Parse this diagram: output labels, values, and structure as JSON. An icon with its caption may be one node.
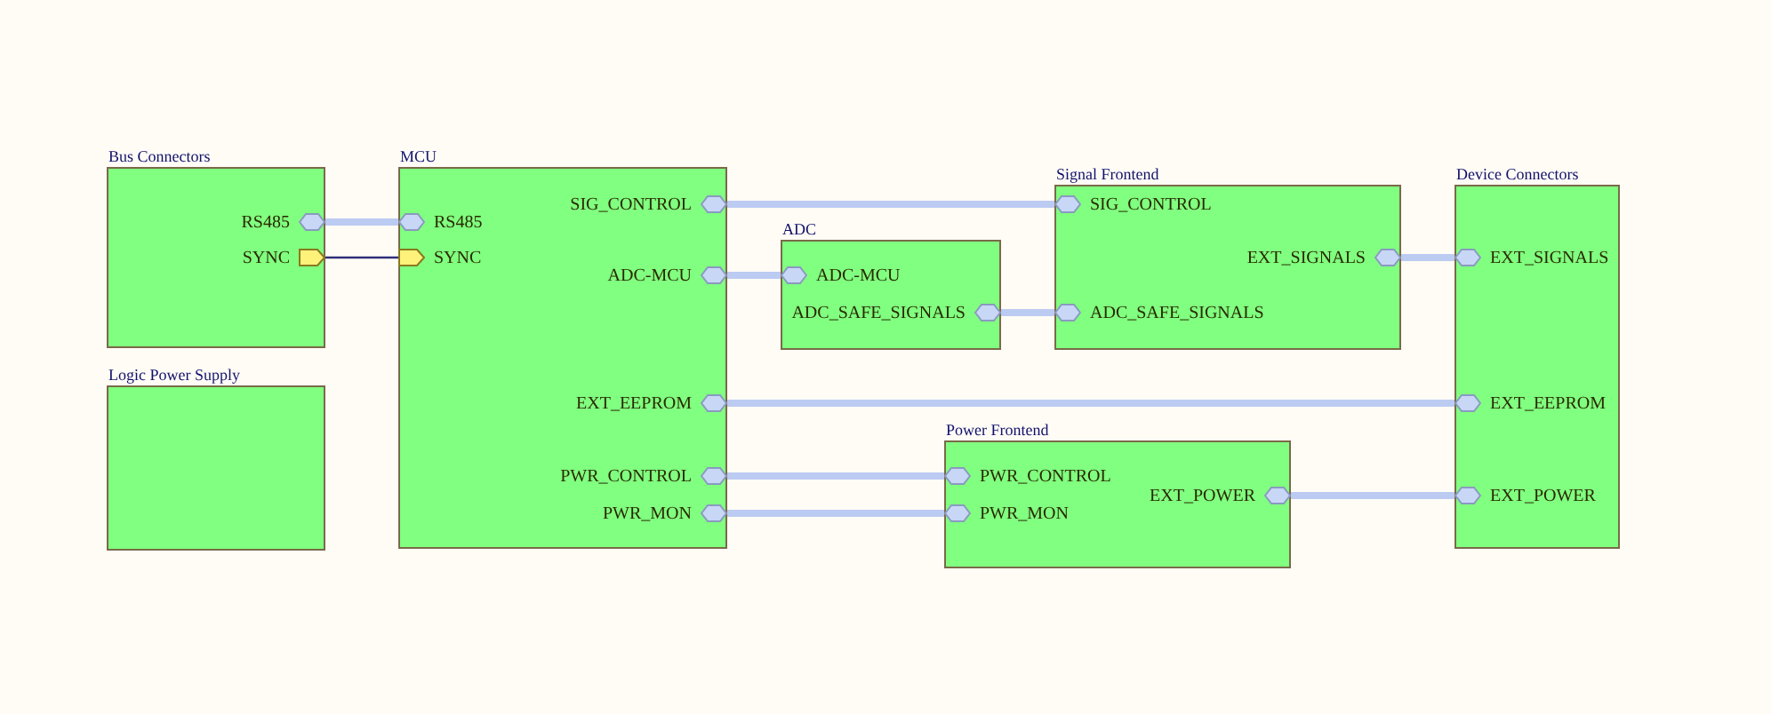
{
  "diagram": {
    "nodes": [
      {
        "text": [
          "Bus Connectors"
        ]
      },
      {
        "text": [
          "RS485"
        ],
        "in": 0
      },
      {
        "text": [
          "SYNC"
        ],
        "in": 0
      },
      {
        "text": [
          "MCU"
        ]
      },
      {
        "text": [
          "RS485"
        ],
        "in": 3
      },
      {
        "text": [
          "SYNC"
        ],
        "in": 3
      },
      {
        "text": [
          "SIG_CONTROL"
        ],
        "in": 3
      },
      {
        "text": [
          "ADC-MCU"
        ],
        "in": 3
      },
      {
        "text": [
          "EXT_EEPROM"
        ],
        "in": 3
      },
      {
        "text": [
          "PWR_CONTROL"
        ],
        "in": 3
      },
      {
        "text": [
          "PWR_MON"
        ],
        "in": 3
      },
      {
        "text": [
          "Signal Frontend"
        ]
      },
      {
        "text": [
          "SIG_CONTROL"
        ],
        "in": 11
      },
      {
        "text": [
          "EXT_SIGNALS"
        ],
        "in": 11
      },
      {
        "text": [
          "ADC_SAFE_SIGNALS"
        ],
        "in": 11
      },
      {
        "text": [
          "ADC"
        ]
      },
      {
        "text": [
          "ADC-MCU"
        ],
        "in": 15
      },
      {
        "text": [
          "ADC_SAFE_SIGNALS"
        ],
        "in": 15
      },
      {
        "text": [
          "Device Connectors"
        ]
      },
      {
        "text": [
          "EXT_SIGNALS"
        ],
        "in": 18
      },
      {
        "text": [
          "EXT_EEPROM"
        ],
        "in": 18
      },
      {
        "text": [
          "EXT_POWER"
        ],
        "in": 18
      },
      {
        "text": [
          "Logic Power Supply"
        ]
      },
      {
        "text": [
          "Power Frontend"
        ]
      },
      {
        "text": [
          "PWR_CONTROL"
        ],
        "in": 23
      },
      {
        "text": [
          "PWR_MON"
        ],
        "in": 23
      },
      {
        "text": [
          "EXT_POWER"
        ],
        "in": 23
      }
    ],
    "edges": [
      {
        "from": 1,
        "to": 4,
        "arrow": "none"
      },
      {
        "from": 2,
        "to": 5,
        "arrow": "none",
        "color": "#30307a"
      },
      {
        "from": 6,
        "to": 12,
        "arrow": "none"
      },
      {
        "from": 7,
        "to": 16,
        "arrow": "none"
      },
      {
        "from": 17,
        "to": 14,
        "arrow": "none"
      },
      {
        "from": 13,
        "to": 19,
        "arrow": "none"
      },
      {
        "from": 8,
        "to": 20,
        "arrow": "none"
      },
      {
        "from": 9,
        "to": 24,
        "arrow": "none"
      },
      {
        "from": 10,
        "to": 25,
        "arrow": "none"
      },
      {
        "from": 26,
        "to": 21,
        "arrow": "none"
      }
    ]
  }
}
